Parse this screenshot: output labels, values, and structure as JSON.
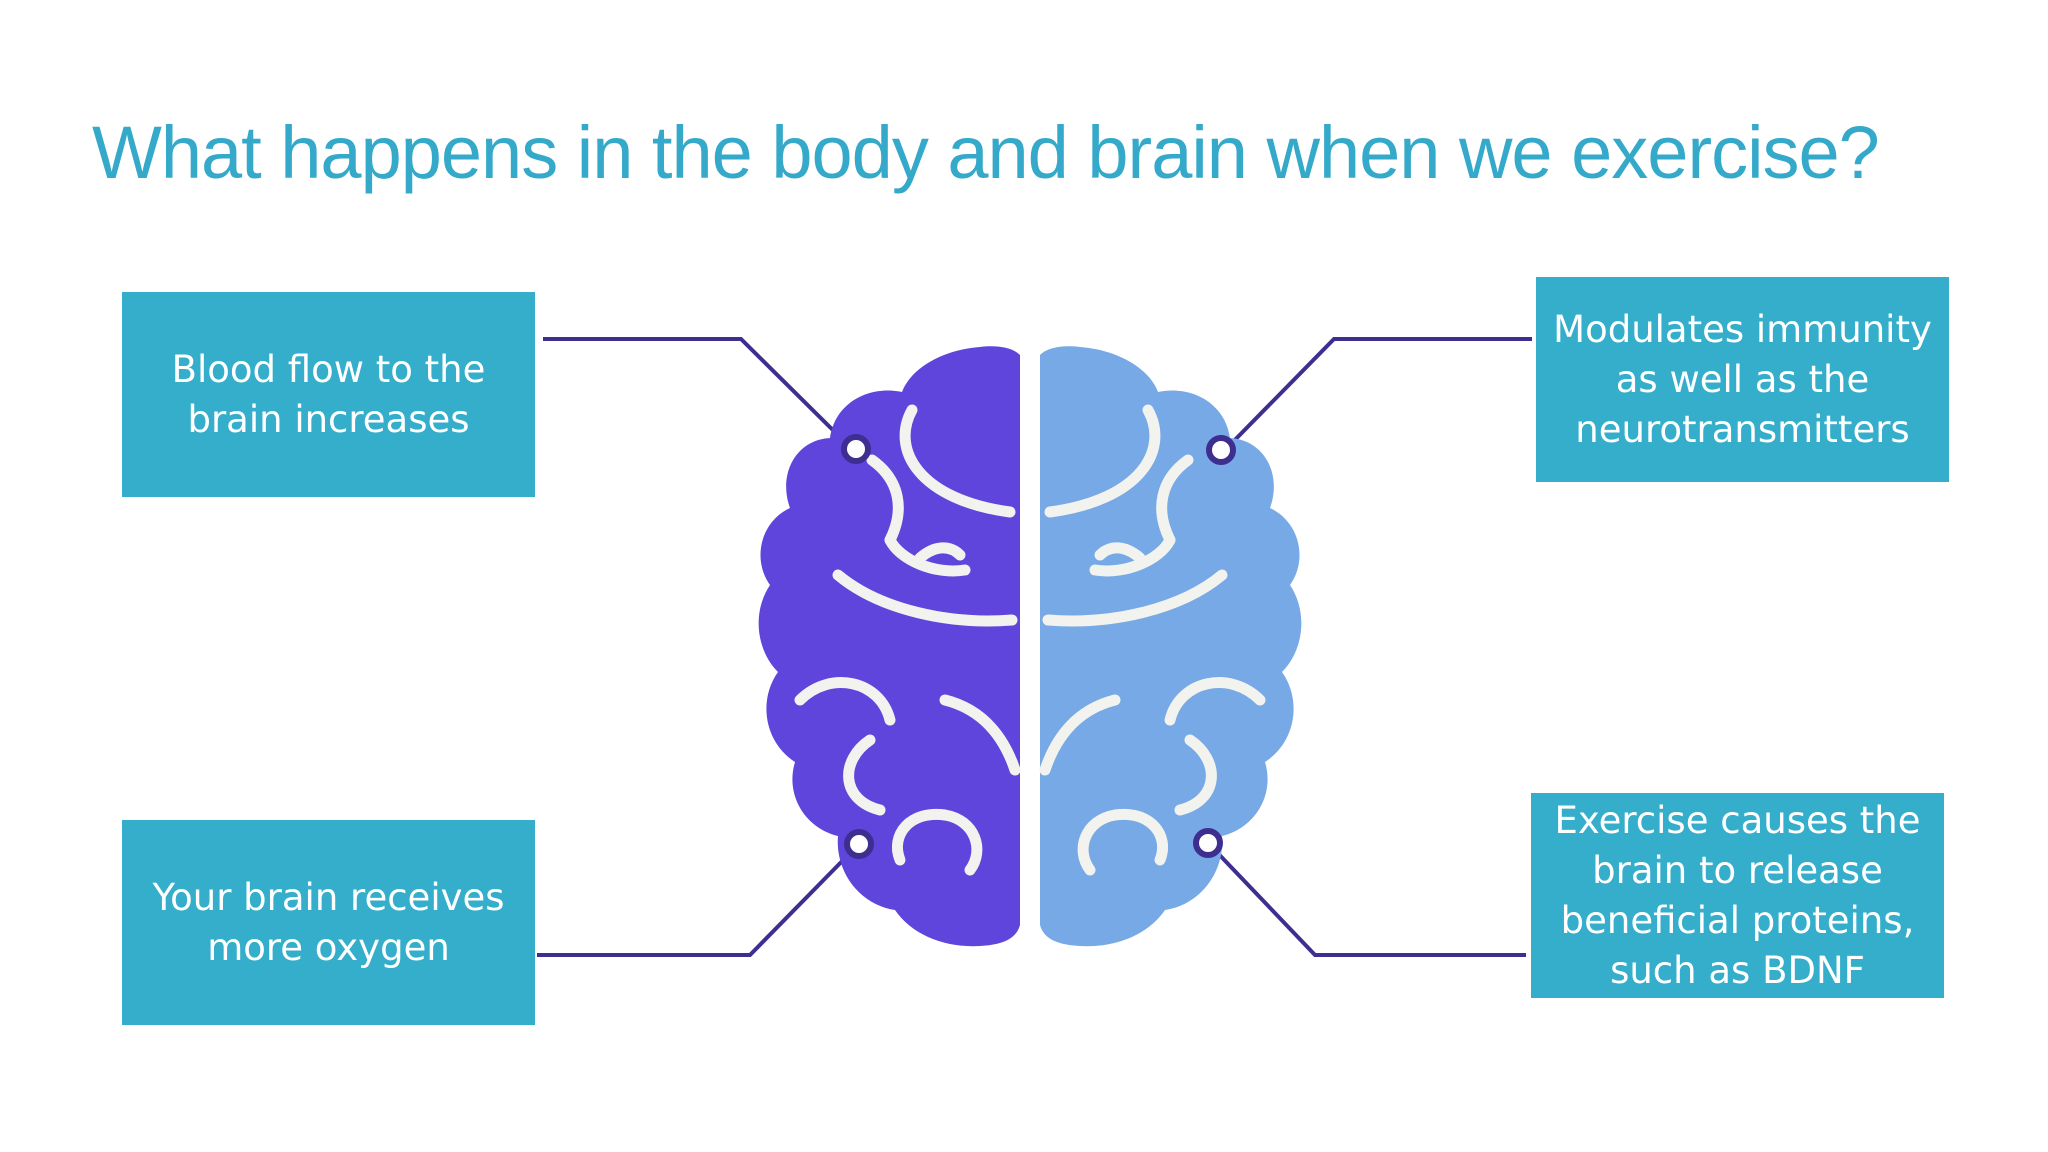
{
  "title": "What happens in the body and brain when we exercise?",
  "colors": {
    "title": "#34a9c9",
    "box": "#34aecb",
    "box_text": "#ffffff",
    "connector": "#3d2e8f",
    "brain_left": "#5f45dc",
    "brain_right": "#76a9e5",
    "brain_lines": "#f2f3ee"
  },
  "boxes": {
    "top_left": {
      "text": [
        "Blood flow to the",
        "brain increases"
      ]
    },
    "bottom_left": {
      "text": [
        "Your brain receives",
        "more oxygen"
      ]
    },
    "top_right": {
      "text": [
        "Modulates immunity",
        "as well as the",
        "neurotransmitters"
      ]
    },
    "bottom_right": {
      "text": [
        "Exercise causes the",
        "brain to release",
        "beneficial proteins,",
        "such as BDNF"
      ]
    }
  },
  "icons": {
    "brain": "brain-icon"
  }
}
